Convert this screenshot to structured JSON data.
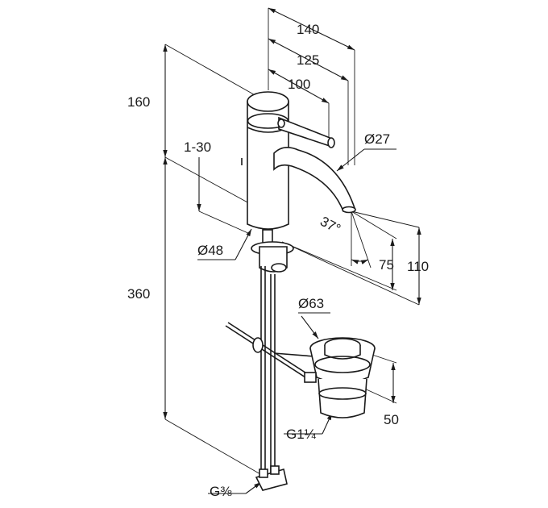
{
  "dimensions": {
    "reach_140": "140",
    "reach_125": "125",
    "lever_100": "100",
    "height_160": "160",
    "deck_1_30": "1-30",
    "spout_d27": "Ø27",
    "angle_37": "37°",
    "body_d48": "Ø48",
    "height_360": "360",
    "waste_d63": "Ø63",
    "height_75": "75",
    "height_110": "110",
    "waste_50": "50",
    "thread_g114": "G1¼",
    "thread_g38": "G⅜"
  }
}
